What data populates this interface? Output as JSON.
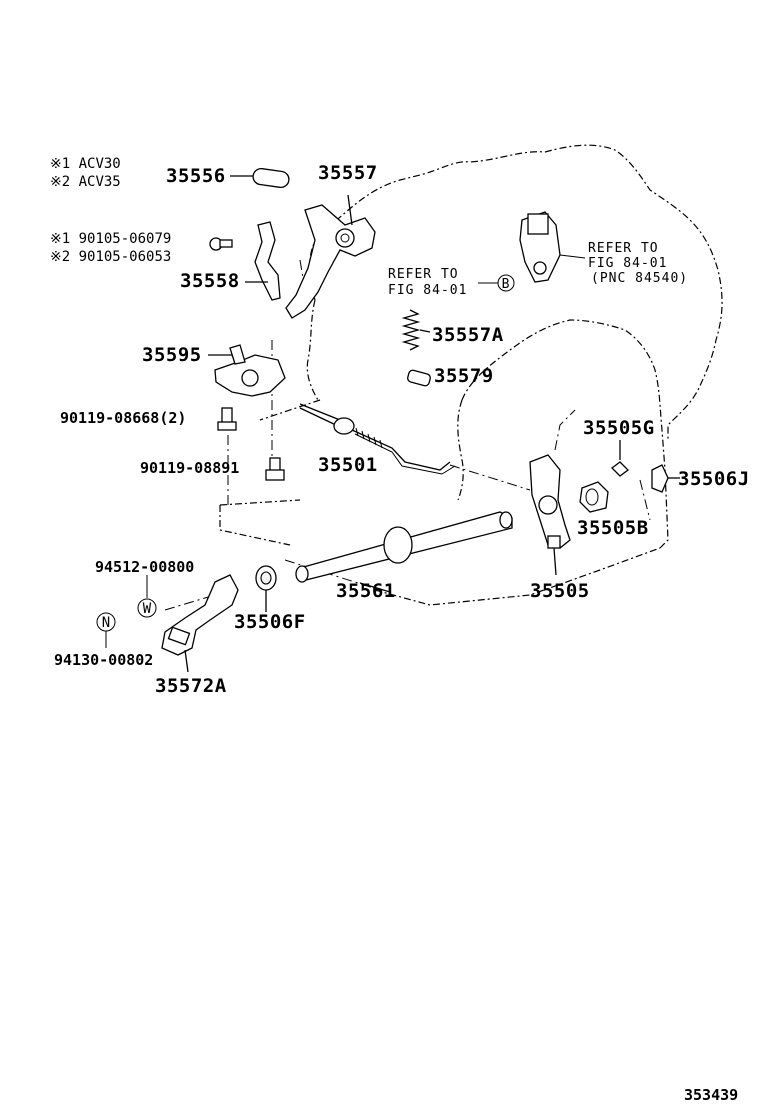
{
  "legend": {
    "note1": "※1 ACV30",
    "note2": "※2 ACV35",
    "bolt_note1": "※1  90105-06079",
    "bolt_note2": "※2  90105-06053"
  },
  "refs": {
    "ref_left_line1": "REFER TO",
    "ref_left_line2": "FIG 84-01",
    "ref_right_line1": "REFER TO",
    "ref_right_line2": "FIG 84-01",
    "ref_right_line3": "(PNC 84540)",
    "marker_b": "B",
    "marker_w": "W",
    "marker_n": "N"
  },
  "parts": {
    "p35556": "35556",
    "p35557": "35557",
    "p35558": "35558",
    "p35595": "35595",
    "p90119_08668": "90119-08668(2)",
    "p90119_08891": "90119-08891",
    "p35557A": "35557A",
    "p35579": "35579",
    "p35501": "35501",
    "p35505G": "35505G",
    "p35506J": "35506J",
    "p35505B": "35505B",
    "p35505": "35505",
    "p35561": "35561",
    "p94512_00800": "94512-00800",
    "p94130_00802": "94130-00802",
    "p35506F": "35506F",
    "p35572A": "35572A"
  },
  "diagram_id": "353439"
}
